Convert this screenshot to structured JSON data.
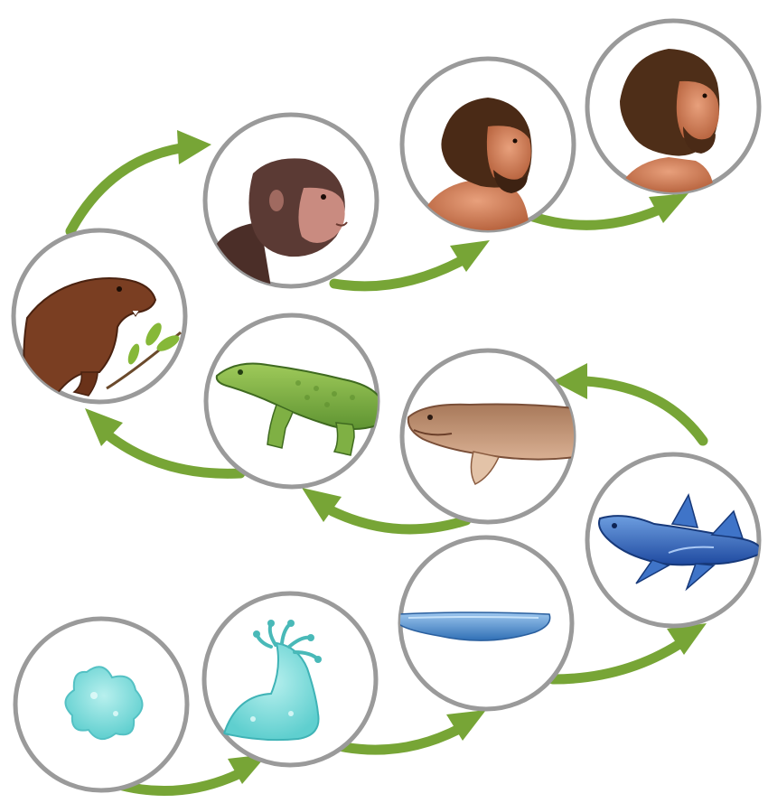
{
  "diagram": {
    "kind": "evolution-cycle",
    "colors": {
      "arrow": "#77a536",
      "ring": "#9a9a9a",
      "background": "#ffffff"
    },
    "stages": [
      {
        "id": "amoeba",
        "icon": "amoeba-icon"
      },
      {
        "id": "colonial-organism",
        "icon": "colonial-organism-icon"
      },
      {
        "id": "flatworm",
        "icon": "flatworm-icon"
      },
      {
        "id": "coelacanth",
        "icon": "coelacanth-fish-icon"
      },
      {
        "id": "lungfish",
        "icon": "lobe-finned-fish-icon"
      },
      {
        "id": "amphibian",
        "icon": "lizard-amphibian-icon"
      },
      {
        "id": "early-mammal",
        "icon": "early-mammal-icon"
      },
      {
        "id": "ape",
        "icon": "ape-icon"
      },
      {
        "id": "early-human",
        "icon": "early-human-icon"
      },
      {
        "id": "modern-human",
        "icon": "modern-human-icon"
      }
    ]
  }
}
